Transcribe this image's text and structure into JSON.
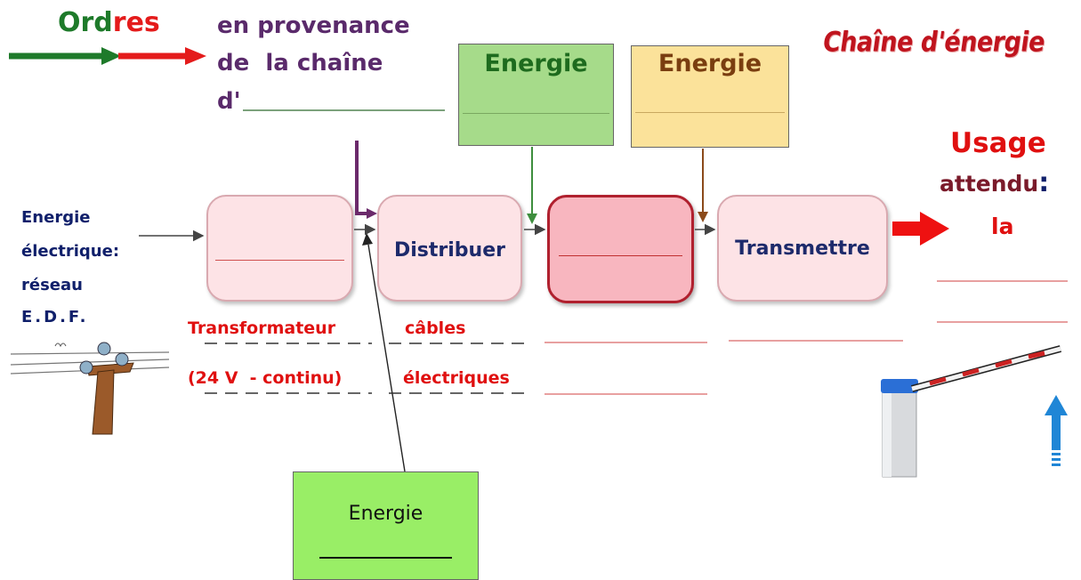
{
  "legend": {
    "word_part1": "Ord",
    "word_part2": "res",
    "color_green": "#1e7a2a",
    "color_red": "#e41b1b"
  },
  "provenance": {
    "line1": "en provenance",
    "line2": "de  la chaîne",
    "line3": "d'",
    "color": "#5a2a6b"
  },
  "title": {
    "text": "Chaîne d'énergie",
    "color": "#c0141e"
  },
  "input_energy": {
    "line1": "Energie",
    "line2": "électrique:",
    "line3": "réseau",
    "line4": "E.D.F."
  },
  "stages": [
    {
      "label": "",
      "style": "pink"
    },
    {
      "label": "Distribuer",
      "style": "pink"
    },
    {
      "label": "",
      "style": "red"
    },
    {
      "label": "Transmettre",
      "style": "pink"
    }
  ],
  "energy_boxes": {
    "green_top": {
      "title": "Energie",
      "color": "#a6db8a",
      "title_color": "#1e6b1e"
    },
    "yellow_top": {
      "title": "Energie",
      "color": "#fbe29a",
      "title_color": "#7a3e10"
    },
    "green_bottom": {
      "title": "Energie",
      "color": "#99ee66",
      "title_color": "#111111"
    }
  },
  "annotations": {
    "transformateur": "Transformateur",
    "voltage": "(24 V  - continu)",
    "cables": "câbles",
    "electriques": "électriques"
  },
  "usage": {
    "line1": "Usage",
    "line2": "attendu",
    "colon": ":",
    "line3": "la"
  },
  "colors": {
    "navy": "#10206b",
    "red": "#e01010",
    "purple_arrow": "#6b2a6b",
    "green_arrow": "#3e8e3e",
    "brown_arrow": "#8b4a1a",
    "blue_arrow": "#1f86d6"
  },
  "icons": [
    "electric-pole-icon",
    "barrier-gate-icon",
    "up-arrow-icon"
  ]
}
